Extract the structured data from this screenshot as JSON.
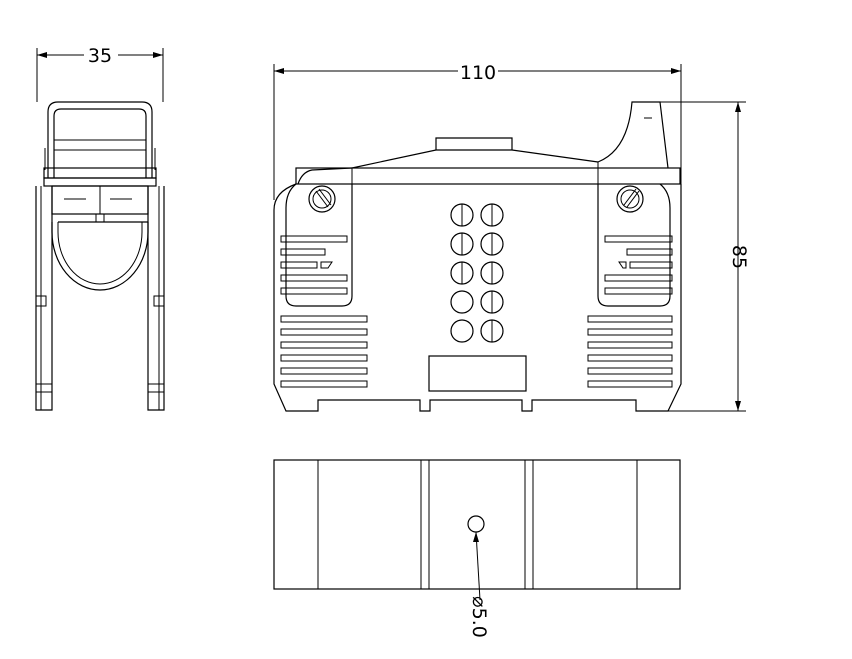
{
  "dimensions": {
    "side_width": "35",
    "front_width": "110",
    "front_height": "85",
    "hole_diameter": "⌀5.0"
  }
}
